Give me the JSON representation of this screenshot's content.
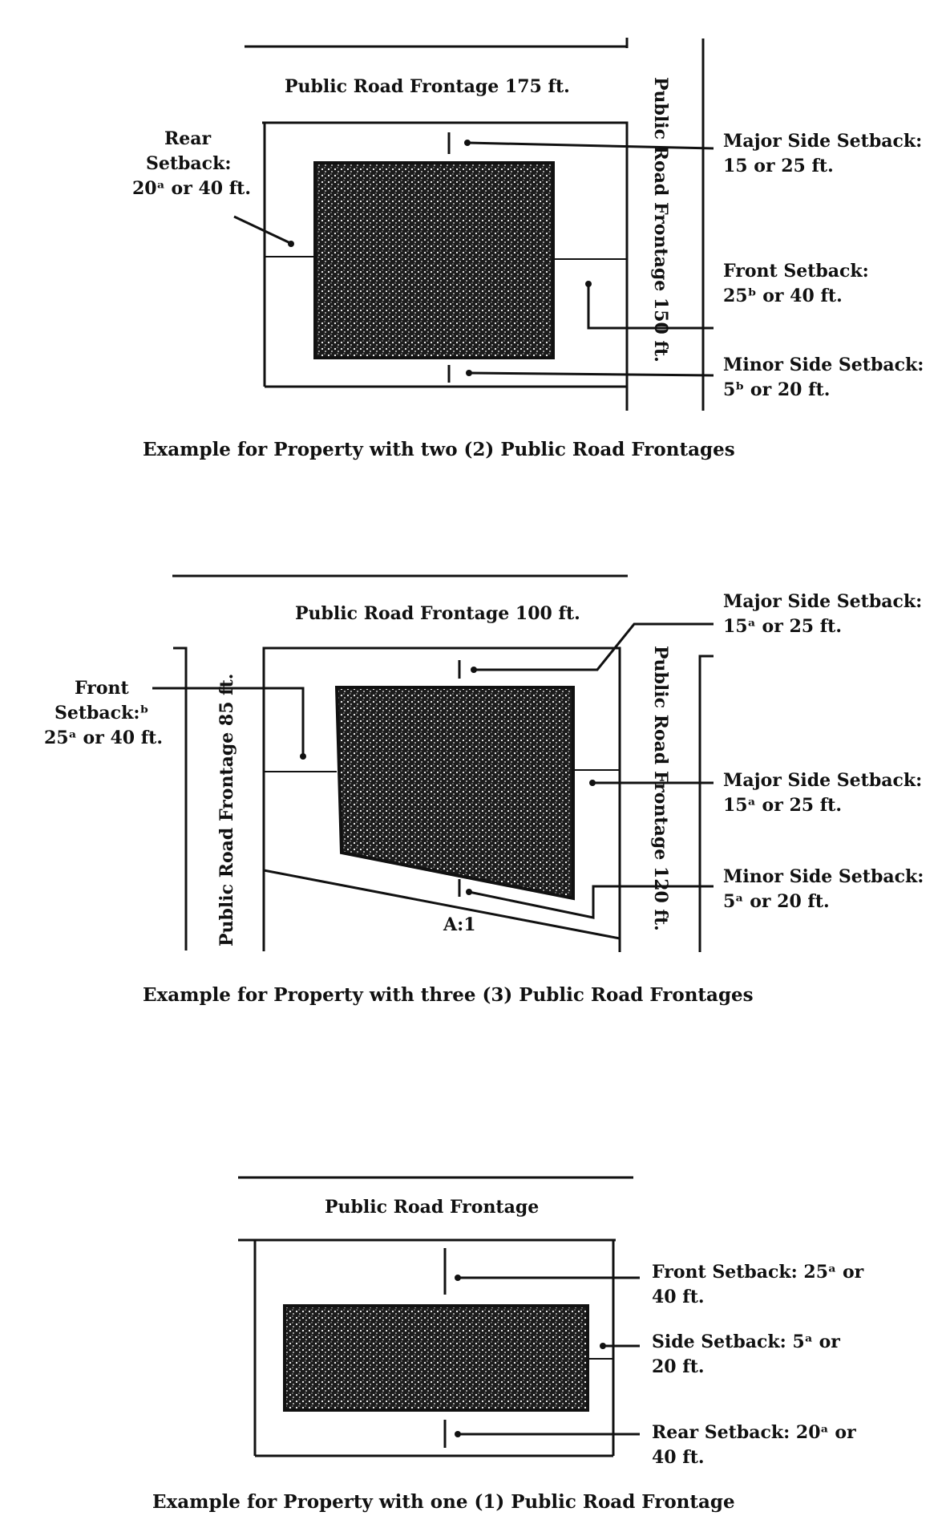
{
  "colors": {
    "ink": "#111111",
    "building": "#1a1a1a",
    "background": "#ffffff"
  },
  "diagram_two": {
    "top_road": "Public Road Frontage 175 ft.",
    "side_road": "Public Road Frontage 150 ft.",
    "rear_setback": [
      "Rear",
      "Setback:",
      "20ᵃ or 40 ft."
    ],
    "major_side_setback": [
      "Major Side Setback:",
      "15 or 25 ft."
    ],
    "front_setback": [
      "Front Setback:",
      "25ᵇ or 40 ft."
    ],
    "minor_side_setback": [
      "Minor Side Setback:",
      "5ᵇ or 20 ft."
    ],
    "caption": "Example for Property with two (2) Public Road Frontages"
  },
  "diagram_three": {
    "top_road": "Public Road Frontage 100 ft.",
    "left_road": "Public Road Frontage 85 ft.",
    "right_road": "Public Road Frontage 120 ft.",
    "front_setback": [
      "Front",
      "Setback:ᵇ",
      "25ᵃ or 40 ft."
    ],
    "major_side_setback_top": [
      "Major Side Setback:",
      "15ᵃ or 25 ft."
    ],
    "major_side_setback_mid": [
      "Major Side Setback:",
      "15ᵃ or 25 ft."
    ],
    "minor_side_setback": [
      "Minor Side Setback:",
      "5ᵃ or 20 ft."
    ],
    "ratio_note": "A:1",
    "caption": "Example for Property with three (3) Public Road Frontages"
  },
  "diagram_one": {
    "top_road": "Public Road Frontage",
    "front_setback": [
      "Front Setback: 25ᵃ or",
      "40 ft."
    ],
    "side_setback": [
      "Side Setback: 5ᵃ or",
      "20 ft."
    ],
    "rear_setback": [
      "Rear Setback: 20ᵃ or",
      "40 ft."
    ],
    "caption": "Example for Property with one (1) Public Road Frontage"
  }
}
